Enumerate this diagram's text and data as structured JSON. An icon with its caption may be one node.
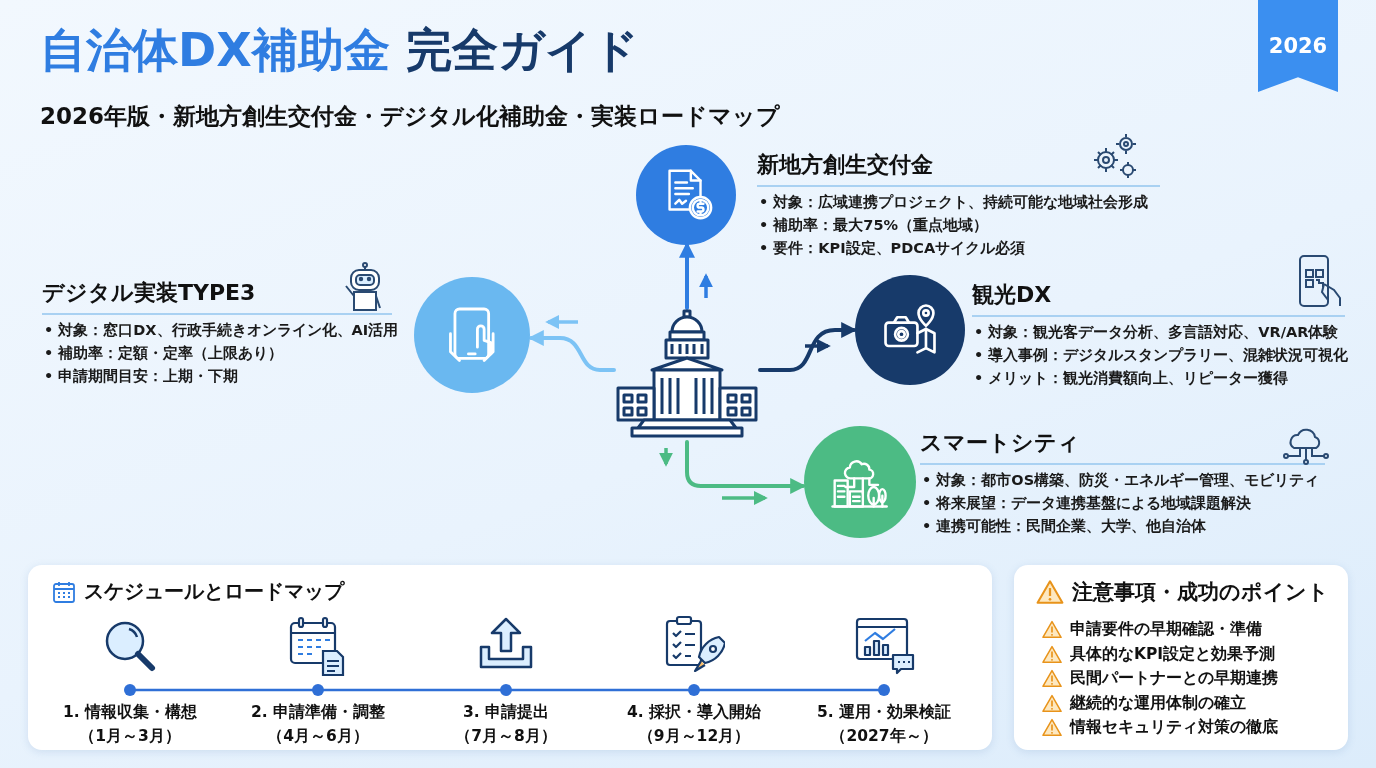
{
  "diagram": {
    "title": "自治体DX補助金 完全ガイド",
    "nodes": [
      {
        "text": [],
        "shape": "circle",
        "beside": [
          "新地方創生交付金",
          "• 対象：広域連携プロジェクト、持続可能な地域社会形成",
          "• 補助率：最大75%（重点地域）",
          "• 要件：KPI設定、PDCAサイクル必須"
        ]
      },
      {
        "text": [],
        "shape": "circle",
        "beside": [
          "デジタル実装TYPE3",
          "• 対象：窓口DX、行政手続きオンライン化、AI活用",
          "• 補助率：定額・定率（上限あり）",
          "• 申請期間目安：上期・下期"
        ]
      },
      {
        "text": [],
        "shape": "picture"
      },
      {
        "text": [],
        "shape": "circle",
        "beside": [
          "観光DX",
          "• 対象：観光客データ分析、多言語対応、VR/AR体験",
          "• 導入事例：デジタルスタンプラリー、混雑状況可視化",
          "• メリット：観光消費額向上、リピーター獲得"
        ]
      },
      {
        "text": [],
        "shape": "circle",
        "beside": [
          "スマートシティ",
          "• 対象：都市OS構築、防災・エネルギー管理、モビリティ",
          "• 将来展望：データ連携基盤による地域課題解決",
          "• 連携可能性：民間企業、大学、他自治体"
        ]
      },
      {
        "text": [
          "スケジュールとロードマップ"
        ]
      },
      {
        "text": [],
        "shape": "circle",
        "in": 5,
        "beside": [
          "1. 情報収集・構想",
          "（1月～3月）"
        ]
      },
      {
        "text": [],
        "shape": "circle",
        "in": 5,
        "beside": [
          "2. 申請準備・調整",
          "（4月～6月）"
        ]
      },
      {
        "text": [],
        "shape": "circle",
        "in": 5,
        "beside": [
          "3. 申請提出",
          "（7月～8月）"
        ]
      },
      {
        "text": [],
        "shape": "circle",
        "in": 5,
        "beside": [
          "4. 採択・導入開始",
          "（9月～12月）"
        ]
      },
      {
        "text": [],
        "shape": "circle",
        "in": 5,
        "beside": [
          "5. 運用・効果検証",
          "（2027年～）"
        ]
      },
      {
        "text": [
          "注意事項・成功のポイント",
          "申請要件の早期確認・準備",
          "具体的なKPI設定と効果予測",
          "民間パートナーとの早期連携",
          "継続的な運用体制の確立",
          "情報セキュリティ対策の徹底"
        ]
      }
    ],
    "edges": [
      {
        "from": 2,
        "to": 0,
        "arrow": "to",
        "color": "#2f7de1"
      },
      {
        "from": 2,
        "to": 1,
        "arrow": "to",
        "color": "#7cc3f5"
      },
      {
        "from": 2,
        "to": 3,
        "arrow": "to",
        "color": "#173a6a"
      },
      {
        "from": 2,
        "to": 4,
        "arrow": "to",
        "color": "#4cbb84"
      },
      {
        "from": 6,
        "to": 7,
        "arrow": "none",
        "color": "#2f6fd6"
      },
      {
        "from": 7,
        "to": 8,
        "arrow": "none",
        "color": "#2f6fd6"
      },
      {
        "from": 8,
        "to": 9,
        "arrow": "none",
        "color": "#2f6fd6"
      },
      {
        "from": 9,
        "to": 10,
        "arrow": "none",
        "color": "#2f6fd6"
      }
    ],
    "labels": [
      "2026",
      "2026年版・新地方創生交付金・デジタル化補助金・実装ロードマップ"
    ]
  }
}
